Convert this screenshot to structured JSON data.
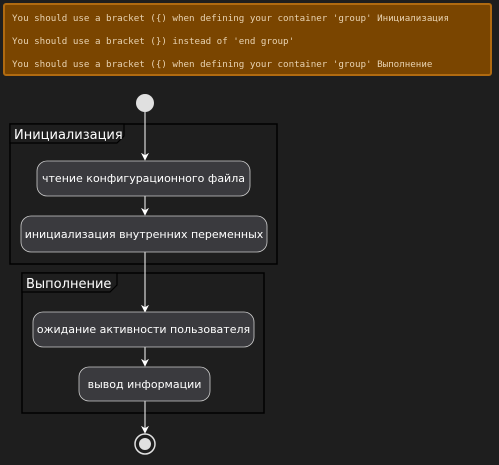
{
  "warnings": [
    "You should use a bracket ({) when defining your container 'group' Инициализация",
    "You should use a bracket (}) instead of 'end group'",
    "You should use a bracket ({) when defining your container 'group' Выполнение"
  ],
  "groups": [
    {
      "title": "Инициализация",
      "nodes": [
        "чтение конфигурационного файла",
        "инициализация внутренних переменных"
      ]
    },
    {
      "title": "Выполнение",
      "nodes": [
        "ожидание активности пользователя",
        "вывод информации"
      ]
    }
  ],
  "colors": {
    "background": "#1e1e1e",
    "warning_fill": "#7a4500",
    "warning_border": "#b06a10",
    "node_fill": "#3a3a3e",
    "line": "#ffffff"
  }
}
